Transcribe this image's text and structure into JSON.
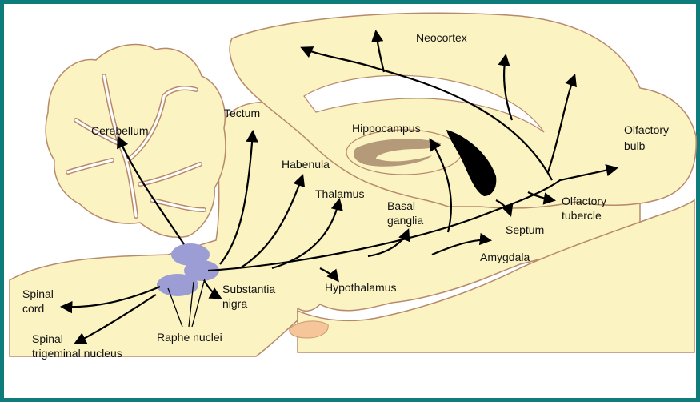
{
  "colors": {
    "frame": "#0e7c7b",
    "tissue": "#fbf3c1",
    "outline": "#b78a6c",
    "raphe": "#9d9dd6",
    "hippocampus_band": "#b59a7a",
    "ventricle": "#000000",
    "pituitary": "#f6c59a",
    "arrow": "#000000"
  },
  "labels": {
    "neocortex": "Neocortex",
    "tectum": "Tectum",
    "cerebellum": "Cerebellum",
    "hippocampus": "Hippocampus",
    "olfactory_bulb_1": "Olfactory",
    "olfactory_bulb_2": "bulb",
    "habenula": "Habenula",
    "thalamus": "Thalamus",
    "basal_ganglia_1": "Basal",
    "basal_ganglia_2": "ganglia",
    "olfactory_tubercle_1": "Olfactory",
    "olfactory_tubercle_2": "tubercle",
    "septum": "Septum",
    "amygdala": "Amygdala",
    "hypothalamus": "Hypothalamus",
    "substantia_nigra_1": "Substantia",
    "substantia_nigra_2": "nigra",
    "spinal_cord_1": "Spinal",
    "spinal_cord_2": "cord",
    "spinal_trigeminal_1": "Spinal",
    "spinal_trigeminal_2": "trigeminal nucleus",
    "raphe_nuclei": "Raphe nuclei"
  }
}
